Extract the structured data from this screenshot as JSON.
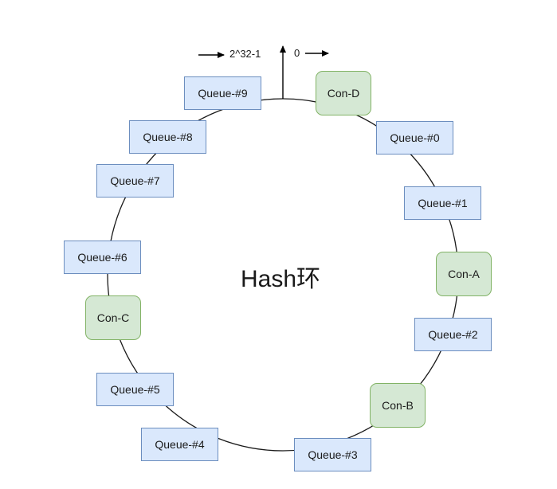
{
  "diagram": {
    "center_label": "Hash环",
    "top_left_marker": "2^32-1",
    "top_right_marker": "0",
    "queues": [
      {
        "label": "Queue-#0"
      },
      {
        "label": "Queue-#1"
      },
      {
        "label": "Queue-#2"
      },
      {
        "label": "Queue-#3"
      },
      {
        "label": "Queue-#4"
      },
      {
        "label": "Queue-#5"
      },
      {
        "label": "Queue-#6"
      },
      {
        "label": "Queue-#7"
      },
      {
        "label": "Queue-#8"
      },
      {
        "label": "Queue-#9"
      }
    ],
    "consumers": [
      {
        "label": "Con-A"
      },
      {
        "label": "Con-B"
      },
      {
        "label": "Con-C"
      },
      {
        "label": "Con-D"
      }
    ],
    "colors": {
      "queue_fill": "#dae8fc",
      "queue_stroke": "#6c8ebf",
      "consumer_fill": "#d5e8d4",
      "consumer_stroke": "#82b366",
      "ring_stroke": "#1a1a1a"
    }
  }
}
